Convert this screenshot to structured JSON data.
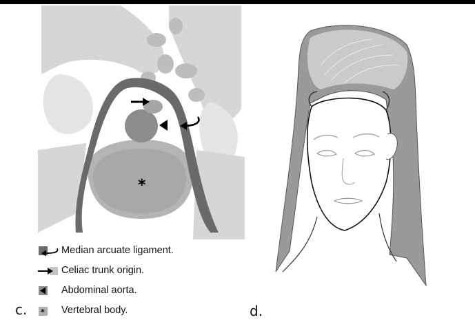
{
  "panels": {
    "c_label": "c.",
    "d_label": "d."
  },
  "diagram_c": {
    "vertebral_marker": "*"
  },
  "legend": [
    {
      "icon": "curved-arrow-icon",
      "text": "Median arcuate ligament."
    },
    {
      "icon": "straight-arrow-icon",
      "text": "Celiac trunk origin."
    },
    {
      "icon": "arrowhead-icon",
      "text": "Abdominal aorta."
    },
    {
      "icon": "asterisk-icon",
      "text": "Vertebral body."
    }
  ],
  "colors": {
    "dark_gray": "#6a6a6a",
    "mid_gray": "#8c8c8c",
    "light_gray": "#cfcfcf",
    "pale_gray": "#e0e0e0",
    "hair_gray": "#9a9a9a",
    "hair_highlight": "#c8c8c8"
  }
}
